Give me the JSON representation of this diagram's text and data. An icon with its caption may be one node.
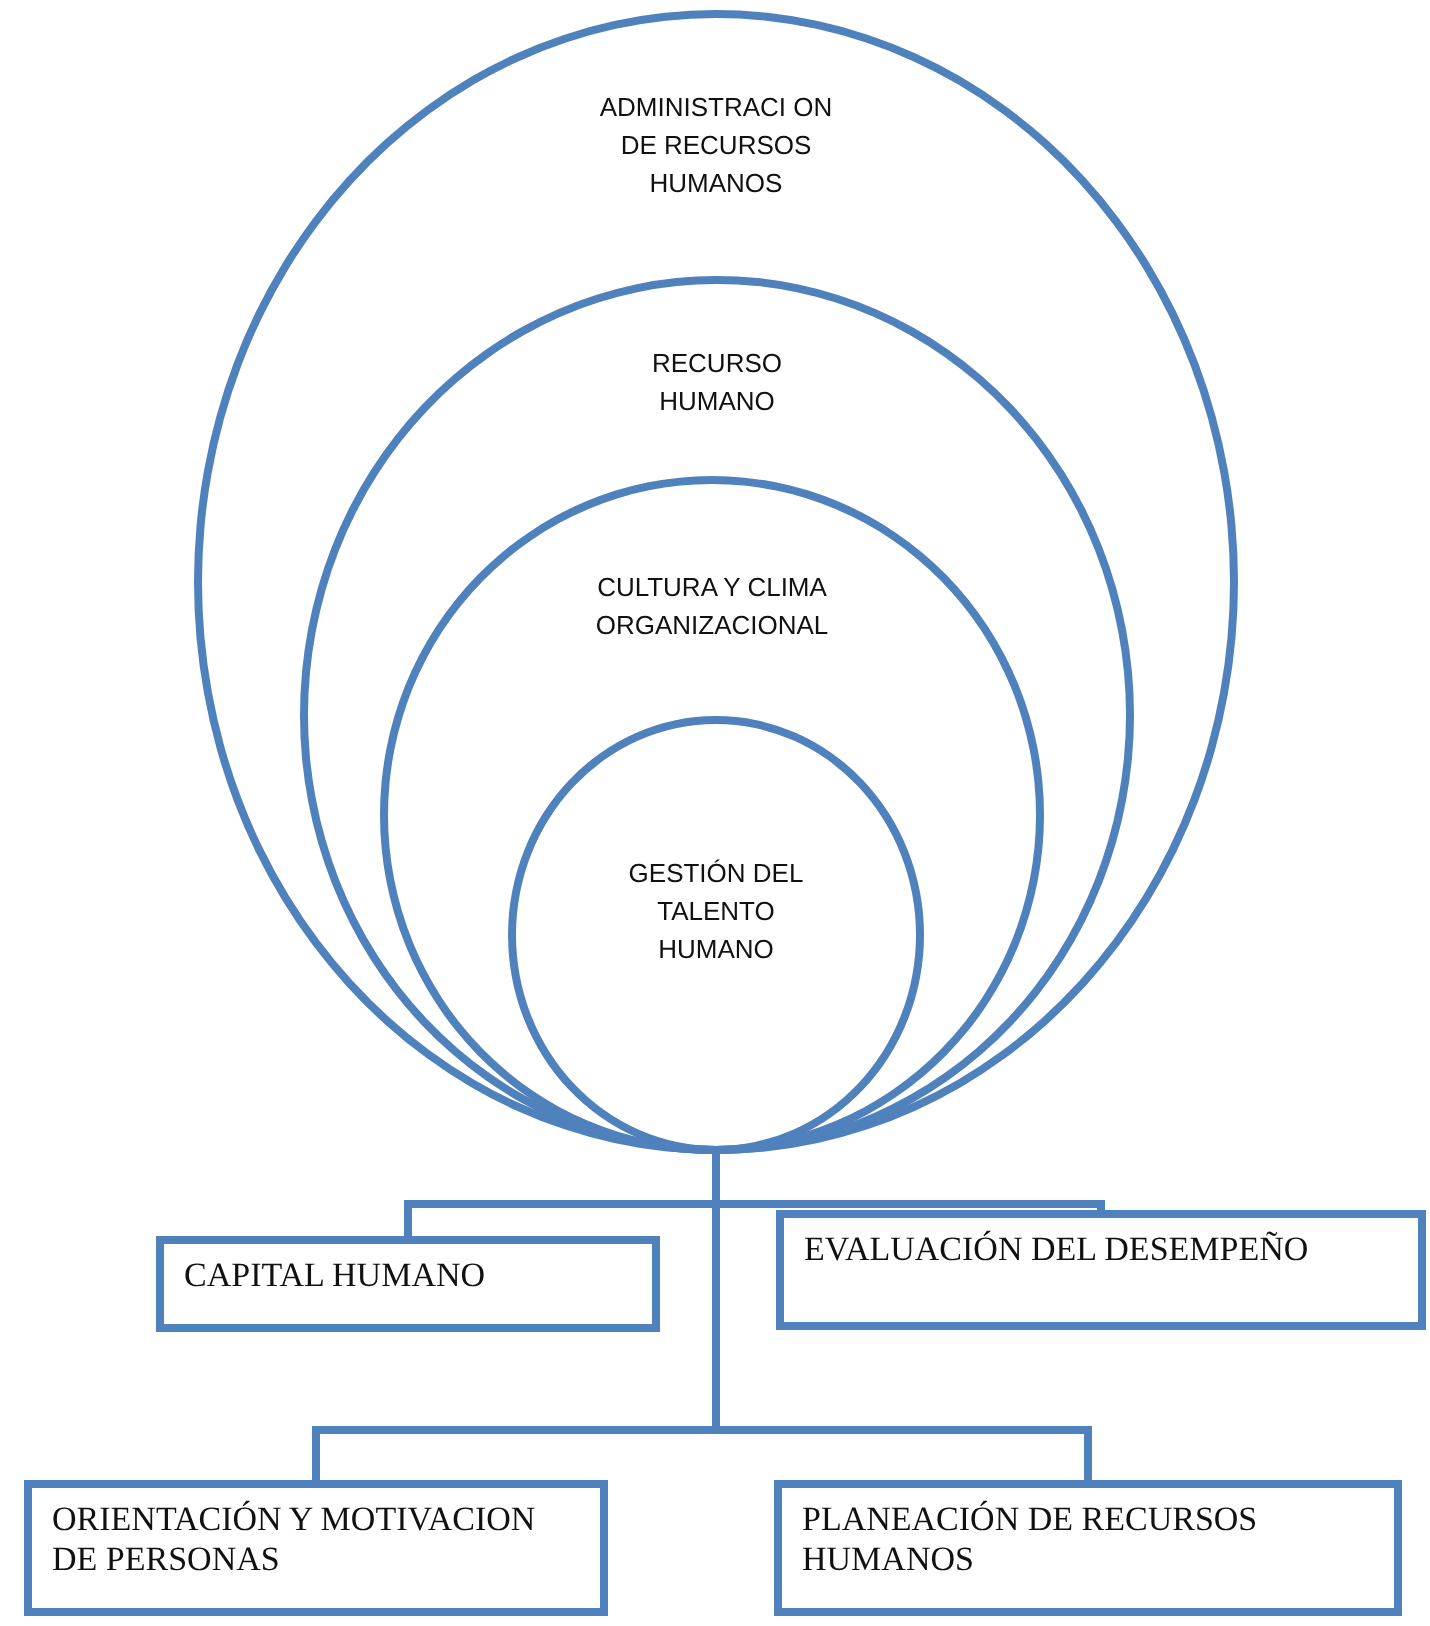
{
  "diagram": {
    "nodes": [
      {
        "text": [
          "ADMINISTRACI ON DE RECURSOS HUMANOS"
        ]
      },
      {
        "text": [
          "RECURSO HUMANO"
        ],
        "in": 0
      },
      {
        "text": [
          "CULTURA Y CLIMA ORGANIZACIONAL"
        ],
        "in": 1
      },
      {
        "text": [
          "GESTIÓN DEL TALENTO HUMANO"
        ],
        "in": 2
      },
      {
        "text": [
          "CAPITAL HUMANO"
        ]
      },
      {
        "text": [
          "EVALUACIÓN DEL DESEMPEÑO"
        ]
      },
      {
        "text": [
          "ORIENTACIÓN Y MOTIVACION DE PERSONAS"
        ]
      },
      {
        "text": [
          "PLANEACIÓN DE RECURSOS HUMANOS"
        ]
      }
    ],
    "edges": [
      {
        "from": 0,
        "to": 4,
        "arrow": "none"
      },
      {
        "from": 0,
        "to": 5,
        "arrow": "none"
      },
      {
        "from": 0,
        "to": 6,
        "arrow": "none"
      },
      {
        "from": 0,
        "to": 7,
        "arrow": "none"
      }
    ]
  }
}
